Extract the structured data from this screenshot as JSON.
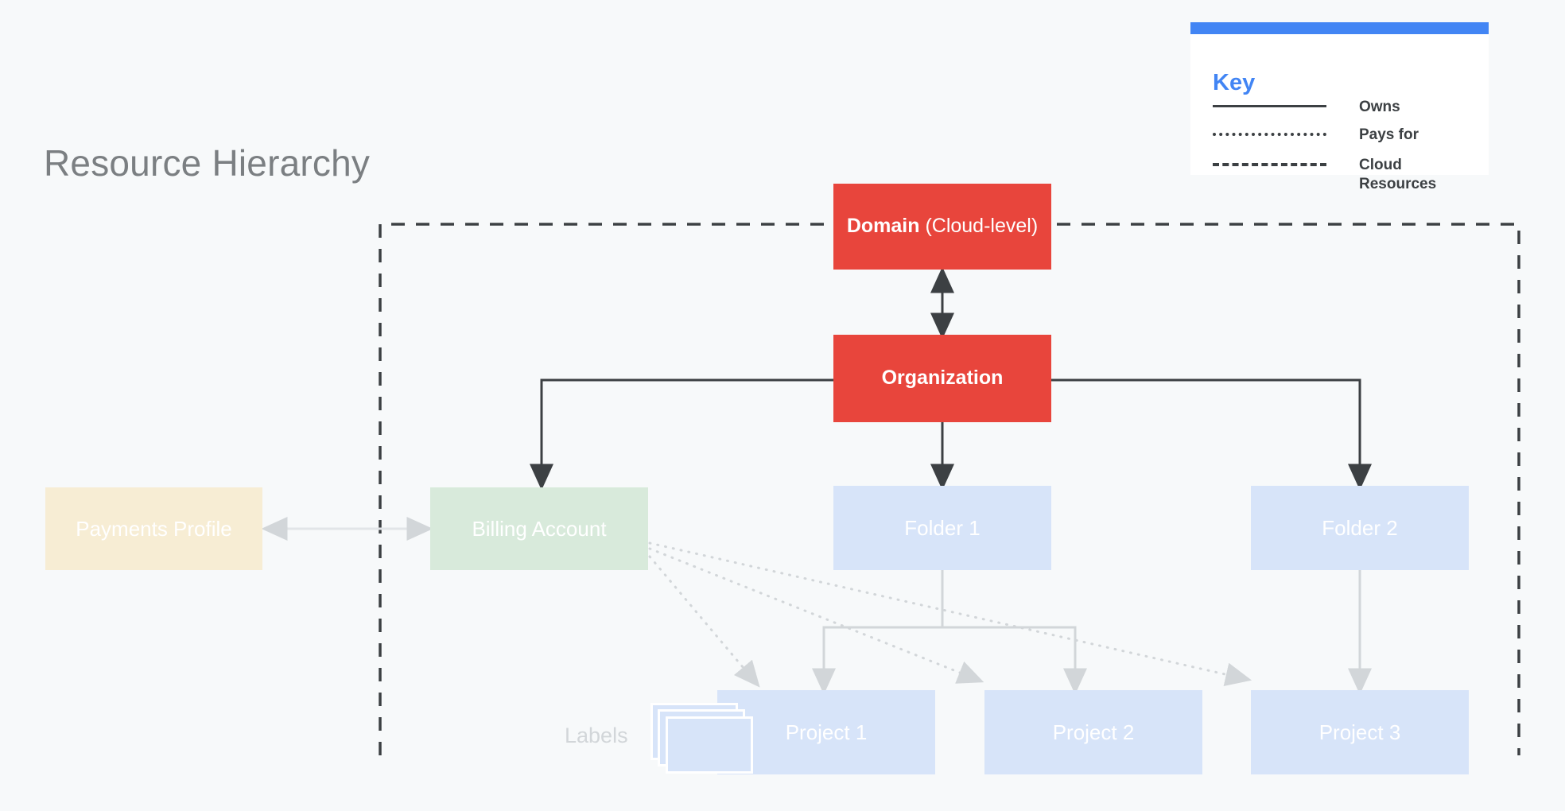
{
  "page": {
    "title": "Resource Hierarchy",
    "background_color": "#F7F9FA"
  },
  "colors": {
    "red": "#E8453C",
    "blue": "#D7E4F9",
    "green": "#D8EADB",
    "yellow": "#F7EDD4",
    "accent_blue": "#4285F4",
    "dark_line": "#3C4043",
    "light_line": "#D2D6D9",
    "title_gray": "#7B7F82"
  },
  "key": {
    "title": "Key",
    "rows": [
      {
        "style": "solid",
        "label": "Owns"
      },
      {
        "style": "dotted",
        "label": "Pays for"
      },
      {
        "style": "dashed",
        "label": "Cloud Resources"
      }
    ]
  },
  "nodes": {
    "domain": {
      "label_bold": "Domain",
      "label_light": " (Cloud-level)",
      "type": "red"
    },
    "organization": {
      "label": "Organization",
      "type": "red"
    },
    "payments_profile": {
      "label": "Payments Profile",
      "type": "yellow"
    },
    "billing_account": {
      "label": "Billing Account",
      "type": "green"
    },
    "folder1": {
      "label": "Folder 1",
      "type": "blue"
    },
    "folder2": {
      "label": "Folder 2",
      "type": "blue"
    },
    "project1": {
      "label": "Project 1",
      "type": "blue"
    },
    "project2": {
      "label": "Project 2",
      "type": "blue"
    },
    "project3": {
      "label": "Project 3",
      "type": "blue"
    }
  },
  "labels_group": {
    "caption": "Labels",
    "card_count": 3
  },
  "relationships": [
    {
      "from": "domain",
      "to": "organization",
      "kind": "owns",
      "bidirectional": true
    },
    {
      "from": "organization",
      "to": "billing_account",
      "kind": "owns"
    },
    {
      "from": "organization",
      "to": "folder1",
      "kind": "owns"
    },
    {
      "from": "organization",
      "to": "folder2",
      "kind": "owns"
    },
    {
      "from": "payments_profile",
      "to": "billing_account",
      "kind": "pays for",
      "bidirectional": true
    },
    {
      "from": "billing_account",
      "to": "project1",
      "kind": "pays for"
    },
    {
      "from": "billing_account",
      "to": "project2",
      "kind": "pays for"
    },
    {
      "from": "billing_account",
      "to": "project3",
      "kind": "pays for"
    },
    {
      "from": "folder1",
      "to": "project1",
      "kind": "owns"
    },
    {
      "from": "folder1",
      "to": "project2",
      "kind": "owns"
    },
    {
      "from": "folder2",
      "to": "project3",
      "kind": "owns"
    }
  ],
  "cloud_boundary": {
    "style": "dashed",
    "label": "Cloud Resources"
  }
}
